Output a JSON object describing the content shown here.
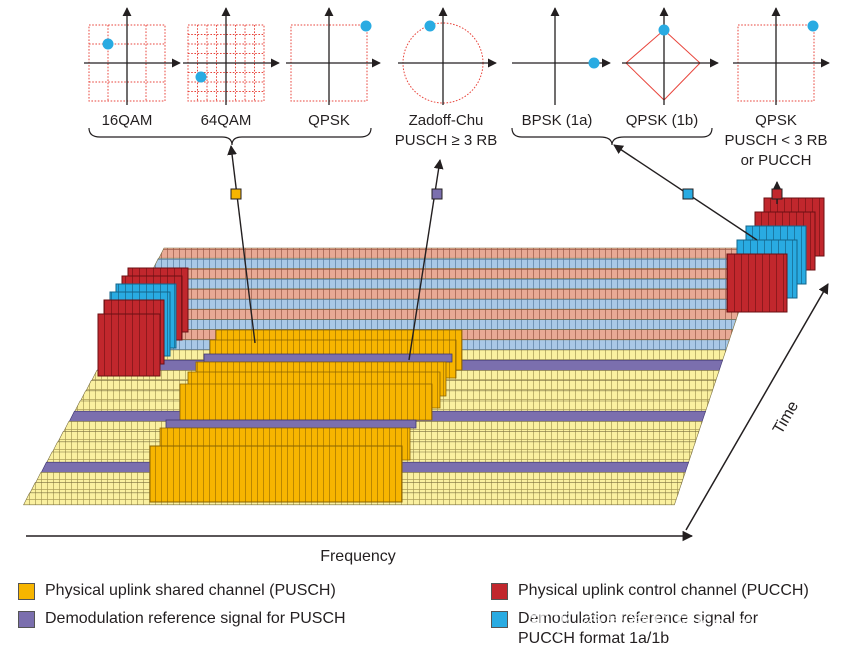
{
  "constellations": [
    {
      "label": "16QAM"
    },
    {
      "label": "64QAM"
    },
    {
      "label": "QPSK"
    },
    {
      "label_lines": [
        "Zadoff-Chu",
        "PUSCH ≥ 3 RB"
      ]
    },
    {
      "label": "BPSK (1a)"
    },
    {
      "label": "QPSK (1b)"
    },
    {
      "label_lines": [
        "QPSK",
        "PUSCH < 3 RB",
        "or PUCCH"
      ]
    }
  ],
  "axes": {
    "frequency": "Frequency",
    "time": "Time"
  },
  "legend": [
    {
      "color": "#f7b500",
      "label": "Physical uplink shared channel (PUSCH)"
    },
    {
      "color": "#7b6fae",
      "label": "Demodulation reference signal for PUSCH"
    },
    {
      "color": "#c1272d",
      "label": "Physical uplink control channel (PUCCH)"
    },
    {
      "color": "#29abe2",
      "label_lines": [
        "Demodulation reference signal for",
        "PUCCH format 1a/1b"
      ]
    }
  ],
  "colors": {
    "pusch": "#f7b500",
    "dmrs_pusch": "#7b6fae",
    "pucch": "#c1272d",
    "dmrs_pucch": "#29abe2",
    "empty_yellow": "#faf0a0",
    "salmon": "#e8a995",
    "light_blue": "#a9c8e6",
    "point": "#29abe2",
    "grid_red": "#e8453c"
  },
  "watermark": "知乎 @是德科技Keysigh..."
}
